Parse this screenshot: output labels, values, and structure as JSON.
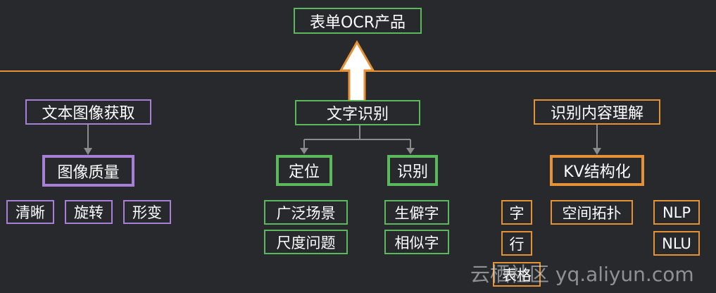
{
  "top": {
    "title": "表单OCR产品"
  },
  "columns": {
    "image": {
      "header": "文本图像获取",
      "main": "图像质量",
      "items": [
        "清晰",
        "旋转",
        "形变"
      ]
    },
    "text": {
      "header": "文字识别",
      "branch_left": "定位",
      "branch_right": "识别",
      "left_items": [
        "广泛场景",
        "尺度问题"
      ],
      "right_items": [
        "生僻字",
        "相似字"
      ]
    },
    "content": {
      "header": "识别内容理解",
      "main": "KV结构化",
      "items": [
        "字",
        "行",
        "表格"
      ],
      "spatial": "空间拓扑",
      "nlp": [
        "NLP",
        "NLU"
      ]
    }
  },
  "watermark": "云栖社区 yq.aliyun.com",
  "colors": {
    "background": "#27292d",
    "green": "#5cb85c",
    "purple": "#a77fd6",
    "orange": "#e59236",
    "connector": "#8c8c8c"
  }
}
